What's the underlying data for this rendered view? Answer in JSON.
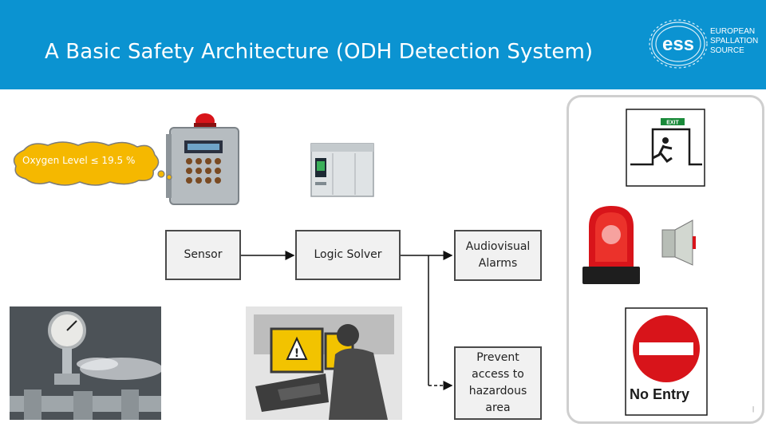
{
  "slide": {
    "title": "A Basic Safety Architecture (ODH Detection System)"
  },
  "logo": {
    "mark": "ess",
    "lines": [
      "EUROPEAN",
      "SPALLATION",
      "SOURCE"
    ]
  },
  "cloud": {
    "text": "Oxygen Level ≤ 19.5 %"
  },
  "blocks": {
    "sensor": "Sensor",
    "logic_solver": "Logic Solver",
    "audiovisual": "Audiovisual Alarms",
    "prevent_access": "Prevent access to hazardous area"
  },
  "signs": {
    "exit_label": "EXIT",
    "no_entry": "No Entry"
  },
  "icons": [
    "oxygen-detector-icon",
    "plc-icon",
    "gas-leak-pipe-icon",
    "control-room-operator-icon",
    "exit-sign-icon",
    "red-beacon-icon",
    "siren-speaker-icon",
    "no-entry-sign-icon"
  ],
  "colors": {
    "header": "#0b93d1",
    "cloud": "#f5b800",
    "box_border": "#4a4a4a",
    "beacon": "#d8141a",
    "exit_green": "#1a8a3a"
  }
}
